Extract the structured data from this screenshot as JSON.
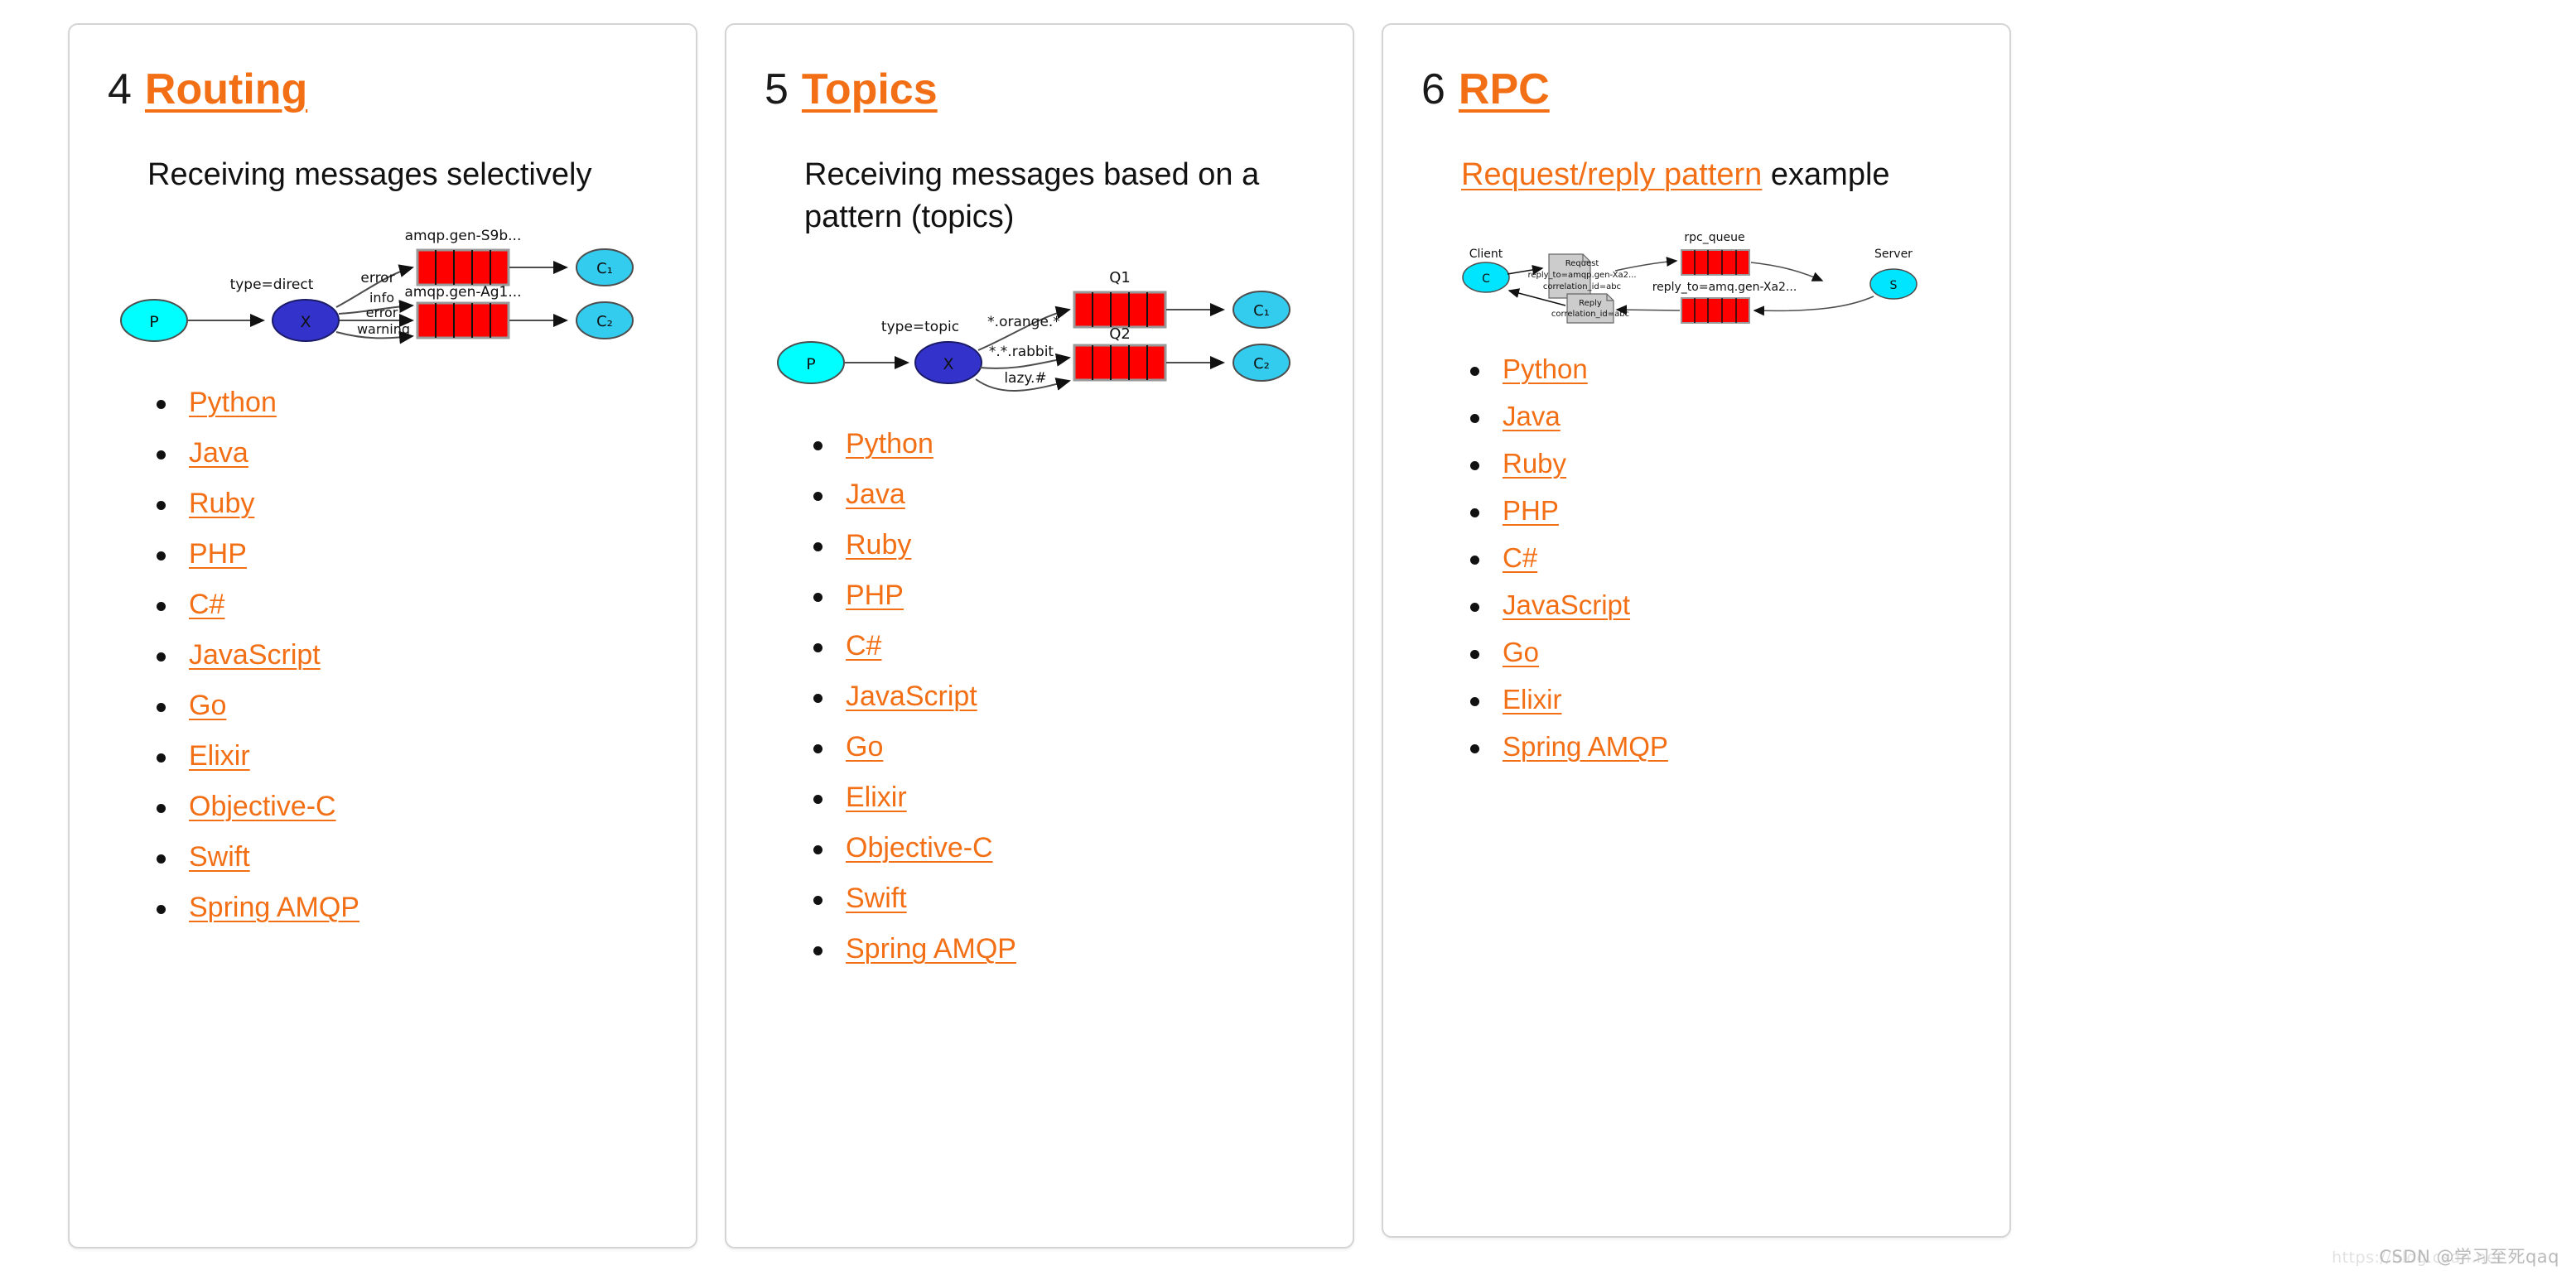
{
  "cards": [
    {
      "number": "4",
      "title": "Routing",
      "subtitle_plain": "Receiving messages selectively",
      "subtitle_link": "",
      "subtitle_tail": "",
      "diagram": {
        "type": "direct-exchange",
        "producer": "P",
        "exchange": "X",
        "exchange_label": "type=direct",
        "queues": [
          {
            "name": "amqp.gen-S9b...",
            "consumer": "C₁"
          },
          {
            "name": "amqp.gen-Ag1...",
            "consumer": "C₂"
          }
        ],
        "bindings": [
          "error",
          "info",
          "error",
          "warning"
        ]
      },
      "links": [
        "Python",
        "Java",
        "Ruby",
        "PHP",
        "C#",
        "JavaScript",
        "Go",
        "Elixir",
        "Objective-C",
        "Swift",
        "Spring AMQP"
      ]
    },
    {
      "number": "5",
      "title": "Topics",
      "subtitle_plain": "Receiving messages based on a pattern (topics)",
      "subtitle_link": "",
      "subtitle_tail": "",
      "diagram": {
        "type": "topic-exchange",
        "producer": "P",
        "exchange": "X",
        "exchange_label": "type=topic",
        "queues": [
          {
            "name": "Q1",
            "consumer": "C₁"
          },
          {
            "name": "Q2",
            "consumer": "C₂"
          }
        ],
        "bindings": [
          "*.orange.*",
          "*.*.rabbit",
          "lazy.#"
        ]
      },
      "links": [
        "Python",
        "Java",
        "Ruby",
        "PHP",
        "C#",
        "JavaScript",
        "Go",
        "Elixir",
        "Objective-C",
        "Swift",
        "Spring AMQP"
      ]
    },
    {
      "number": "6",
      "title": "RPC",
      "subtitle_plain": "",
      "subtitle_link": "Request/reply pattern",
      "subtitle_tail": "example",
      "diagram": {
        "type": "rpc",
        "client_label": "Client",
        "client_node": "C",
        "server_label": "Server",
        "server_node": "S",
        "queue_label": "rpc_queue",
        "reply_label": "reply_to=amq.gen-Xa2...",
        "request_note": [
          "Request",
          "reply_to=amqp.gen-Xa2...",
          "correlation_id=abc"
        ],
        "reply_note": [
          "Reply",
          "correlation_id=abc"
        ]
      },
      "links": [
        "Python",
        "Java",
        "Ruby",
        "PHP",
        "C#",
        "JavaScript",
        "Go",
        "Elixir",
        "Spring AMQP"
      ]
    }
  ],
  "watermark": {
    "url": "https://blog.csdn.net",
    "text": "CSDN @学习至死qaq"
  },
  "colors": {
    "accent": "#f36f15",
    "producer": "#00ffff",
    "exchange": "#3333cc",
    "consumer": "#33ccee",
    "queue": "#ff0000",
    "note": "#cccccc",
    "card_border": "#d4d4d4"
  }
}
